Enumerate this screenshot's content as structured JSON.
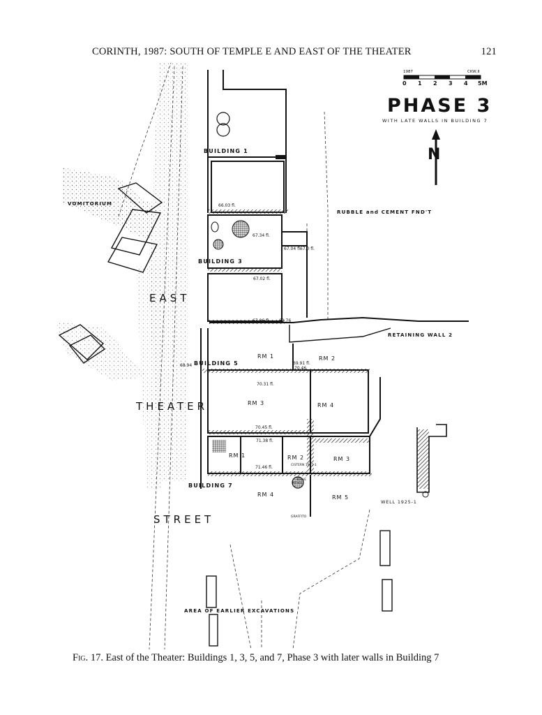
{
  "header": {
    "title": "CORINTH, 1987: SOUTH OF TEMPLE E AND EAST OF THE THEATER",
    "page_number": "121"
  },
  "legend": {
    "scale_year": "1987",
    "scale_initials": "CKW,II",
    "scale_ticks": [
      "0",
      "1",
      "2",
      "3",
      "4",
      "5M"
    ],
    "phase_title": "PHASE 3",
    "phase_subtitle": "WITH LATE WALLS IN BUILDING 7",
    "north_letter": "N"
  },
  "labels": {
    "vomitorium": "VOMITORIUM",
    "building1": "BUILDING 1",
    "building3": "BUILDING 3",
    "building5": "BUILDING 5",
    "building7": "BUILDING 7",
    "rubble": "RUBBLE and CEMENT FND'T",
    "retaining_wall": "RETAINING WALL 2",
    "east": "EAST",
    "theater": "THEATER",
    "street": "STREET",
    "area_earlier": "AREA OF EARLIER EXCAVATIONS",
    "well": "WELL 1925-1",
    "cistern": "CISTERN 1987-1",
    "niche": "NICHE",
    "pithos": "PITHOS",
    "graffito": "GRAFFITO",
    "b5_rm1": "RM 1",
    "b5_rm2": "RM 2",
    "b5_rm3": "RM 3",
    "b5_rm4": "RM 4",
    "b7_rm1": "RM 1",
    "b7_rm2": "RM 2",
    "b7_rm3": "RM 3",
    "b7_rm4": "RM 4",
    "b7_rm5": "RM 5"
  },
  "elevations": {
    "e1": "66.03 fl.",
    "e2": "67.34 fl.",
    "e3": "67.04 fl.",
    "e4": "67.0 fl.",
    "e5": "67.02 fl.",
    "e6": "67.06 fl.",
    "e7": "69.76",
    "e8": "68.94",
    "e9": "69.91 fl.",
    "e10": "70.46",
    "e11": "70.31 fl.",
    "e12": "70.45 fl.",
    "e13": "71.38 fl.",
    "e14": "71.46 fl."
  },
  "caption": {
    "fig": "Fig. 17.",
    "text": "East of the Theater: Buildings 1, 3, 5, and 7, Phase 3 with later walls in Building 7"
  }
}
